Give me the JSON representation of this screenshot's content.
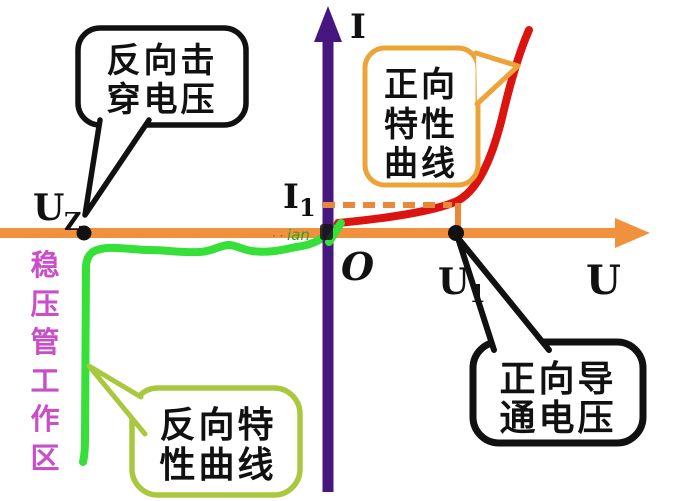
{
  "figure": {
    "title_hint": "zener-diode-iv-characteristic-diagram",
    "axis_labels": {
      "current": "I",
      "voltage": "U",
      "origin": "O"
    },
    "points": {
      "uz_main": "U",
      "uz_sub": "Z",
      "i1_main": "I",
      "i1_sub": "1",
      "u1_main": "U",
      "u1_sub": "1"
    },
    "callouts": {
      "reverse_breakdown": {
        "line1": "反向击",
        "line2": "穿电压"
      },
      "forward_curve": {
        "line1": "正向",
        "line2": "特性",
        "line3": "曲线"
      },
      "forward_conduction": {
        "line1": "正向导",
        "line2": "通电压"
      },
      "reverse_curve": {
        "line1": "反向特",
        "line2": "性曲线"
      }
    },
    "side_label": "稳压管工作区",
    "watermark": {
      "marks": "· ·",
      "text": "ian"
    },
    "colors": {
      "x_axis_orange": "#f2913d",
      "y_axis_purple": "#46187f",
      "forward_curve_red": "#dc1410",
      "reverse_curve_green": "#35e038",
      "dashed_guide_orange": "#e8883b",
      "side_label_magenta": "#c94fc9",
      "forward_callout_border_orange": "#eca438",
      "reverse_callout_border_green": "#a9c83d",
      "callout_border_black": "#111111"
    }
  }
}
